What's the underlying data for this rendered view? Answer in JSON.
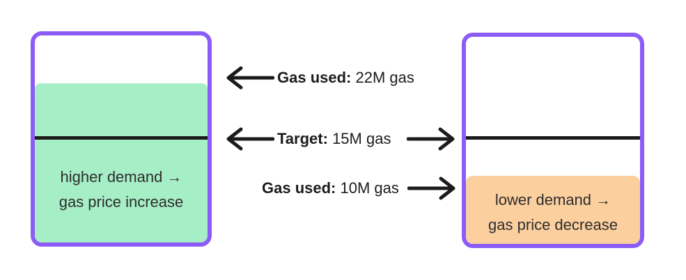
{
  "colors": {
    "background": "#ffffff",
    "block_border": "#8c5cf6",
    "fill_high_demand": "#a6eec6",
    "fill_low_demand": "#fbcf9e",
    "target_line": "#1b1b1b",
    "arrow": "#1c1c1c",
    "block_text": "#2d2d2d",
    "label_text": "#1c1c1c"
  },
  "left_block": {
    "lines": [
      "higher demand →",
      "gas price increase"
    ]
  },
  "right_block": {
    "lines": [
      "lower demand →",
      "gas price decrease"
    ]
  },
  "annotations": {
    "gas_used_high": {
      "label": "Gas used:",
      "value": "22M gas"
    },
    "target": {
      "label": "Target:",
      "value": "15M gas"
    },
    "gas_used_low": {
      "label": "Gas used:",
      "value": "10M gas"
    }
  },
  "icons": {
    "arrow_left": "←",
    "arrow_right": "→"
  }
}
